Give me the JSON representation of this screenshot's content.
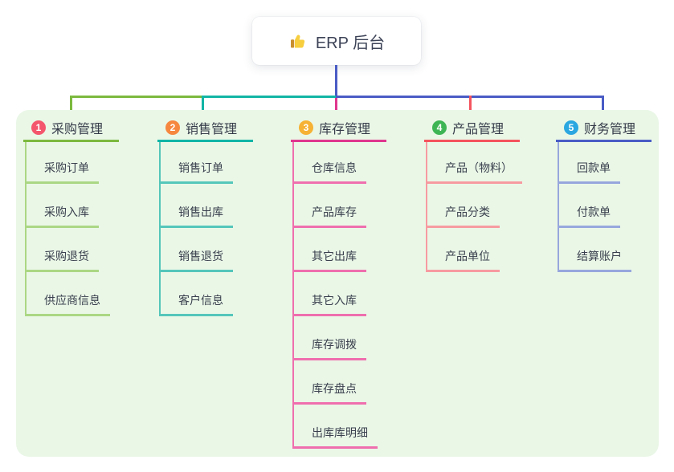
{
  "root": {
    "title": "ERP 后台",
    "icon": "thumbs-up-icon",
    "line_color": "#4a5cc5"
  },
  "panel_color": "#eaf7e7",
  "branches": [
    {
      "index": "1",
      "title": "采购管理",
      "badge_color": "#f4566d",
      "line_color": "#7cb93f",
      "child_line_color": "#abd784",
      "children": [
        "采购订单",
        "采购入库",
        "采购退货",
        "供应商信息"
      ]
    },
    {
      "index": "2",
      "title": "销售管理",
      "badge_color": "#f6873f",
      "line_color": "#12b5a6",
      "child_line_color": "#55c6ba",
      "children": [
        "销售订单",
        "销售出库",
        "销售退货",
        "客户信息"
      ]
    },
    {
      "index": "3",
      "title": "库存管理",
      "badge_color": "#f6b234",
      "line_color": "#e0368f",
      "child_line_color": "#ef6fae",
      "children": [
        "仓库信息",
        "产品库存",
        "其它出库",
        "其它入库",
        "库存调拨",
        "库存盘点",
        "出库库明细"
      ]
    },
    {
      "index": "4",
      "title": "产品管理",
      "badge_color": "#3eb554",
      "line_color": "#f4545e",
      "child_line_color": "#f79ba1",
      "children": [
        "产品（物料）",
        "产品分类",
        "产品单位"
      ]
    },
    {
      "index": "5",
      "title": "财务管理",
      "badge_color": "#2aa7e0",
      "line_color": "#4a5cc5",
      "child_line_color": "#97a7dd",
      "children": [
        "回款单",
        "付款单",
        "结算账户"
      ]
    }
  ]
}
